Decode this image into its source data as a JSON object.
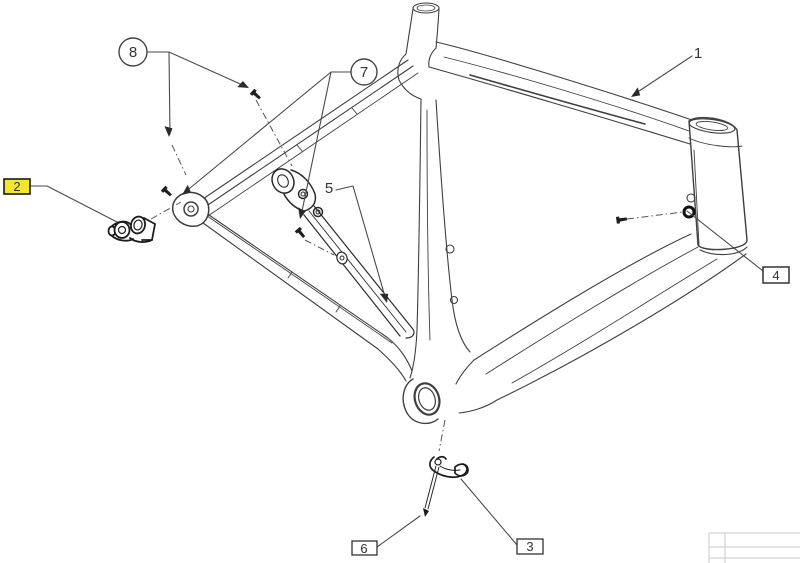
{
  "figure": {
    "type": "exploded parts diagram",
    "subject": "bicycle frame with numbered hardware callouts",
    "colors": {
      "background": "#ffffff",
      "line": "#3f3f3f",
      "dark_part": "#1c1c1c",
      "leader": "#4a4a4a",
      "highlight_fill": "#f2e72e",
      "title_block_border": "#c9c9c9"
    }
  },
  "callouts": {
    "t1": {
      "label": "1",
      "style": "plain-text"
    },
    "b2": {
      "label": "2",
      "style": "box",
      "highlighted": true
    },
    "b3": {
      "label": "3",
      "style": "box",
      "highlighted": false
    },
    "b4": {
      "label": "4",
      "style": "box",
      "highlighted": false
    },
    "t5": {
      "label": "5",
      "style": "plain-text"
    },
    "b6": {
      "label": "6",
      "style": "box",
      "highlighted": false
    },
    "c7": {
      "label": "7",
      "style": "circle"
    },
    "c8": {
      "label": "8",
      "style": "circle"
    }
  },
  "title_block": {
    "visible_rows": 2,
    "visible_columns": 2,
    "text": ""
  }
}
